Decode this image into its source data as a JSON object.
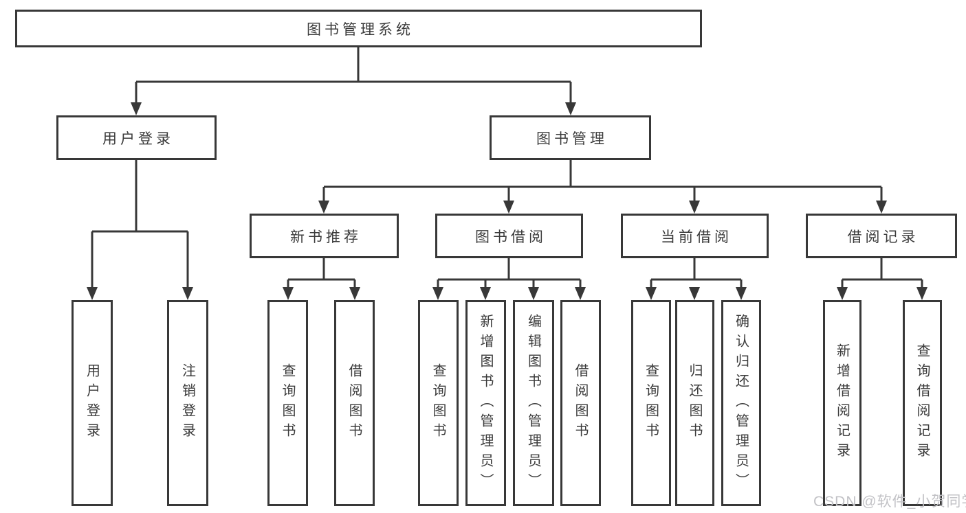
{
  "diagram": {
    "title": "图书管理系统",
    "root": {
      "label": "图书管理系统"
    },
    "branches": [
      {
        "label": "用户登录",
        "leaves": [
          {
            "label": "用户登录"
          },
          {
            "label": "注销登录"
          }
        ]
      },
      {
        "label": "图书管理",
        "sections": [
          {
            "label": "新书推荐",
            "leaves": [
              {
                "label": "查询图书"
              },
              {
                "label": "借阅图书"
              }
            ]
          },
          {
            "label": "图书借阅",
            "leaves": [
              {
                "label": "查询图书"
              },
              {
                "label": "新增图书（管理员）"
              },
              {
                "label": "编辑图书（管理员）"
              },
              {
                "label": "借阅图书"
              }
            ]
          },
          {
            "label": "当前借阅",
            "leaves": [
              {
                "label": "查询图书"
              },
              {
                "label": "归还图书"
              },
              {
                "label": "确认归还（管理员）"
              }
            ]
          },
          {
            "label": "借阅记录",
            "leaves": [
              {
                "label": "新增借阅记录"
              },
              {
                "label": "查询借阅记录"
              }
            ]
          }
        ]
      }
    ]
  },
  "watermark": {
    "text": "CSDN @软件_小贺同学"
  },
  "colors": {
    "line": "#383838",
    "text": "#3b3b3b",
    "watermark": "#c2c2c6",
    "box_fill": "#ffffff",
    "background": "#ffffff"
  }
}
